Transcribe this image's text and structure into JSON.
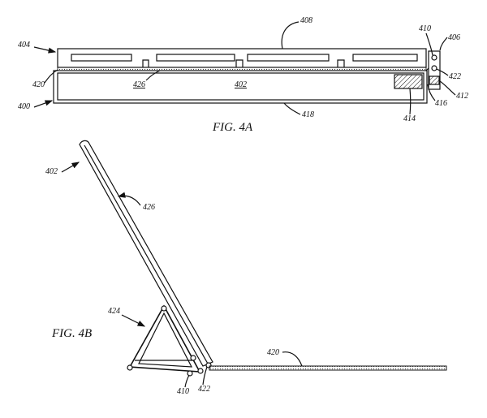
{
  "figures": {
    "fig_a": {
      "caption": "FIG. 4A",
      "labels": {
        "l404": "404",
        "l408": "408",
        "l410": "410",
        "l406": "406",
        "l420": "420",
        "l426": "426",
        "l402": "402",
        "l422": "422",
        "l400": "400",
        "l418": "418",
        "l414": "414",
        "l416": "416",
        "l412": "412"
      }
    },
    "fig_b": {
      "caption": "FIG. 4B",
      "labels": {
        "l402": "402",
        "l426": "426",
        "l424": "424",
        "l420": "420",
        "l410": "410",
        "l422": "422"
      }
    }
  },
  "colors": {
    "ink": "#111111",
    "background": "#ffffff"
  }
}
